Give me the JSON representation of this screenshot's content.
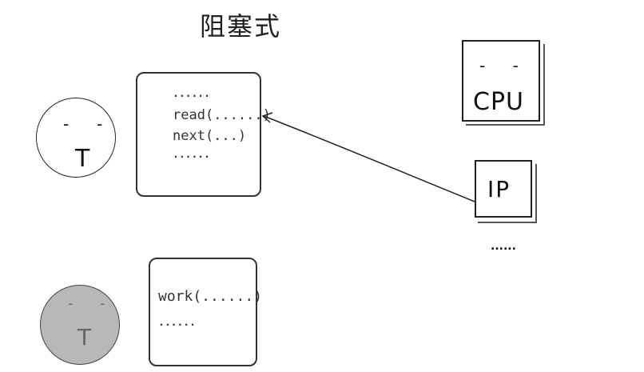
{
  "title": "阻塞式",
  "active_thread": {
    "code_lines": [
      "......",
      "read(......)",
      "next(...)",
      "......"
    ]
  },
  "waiting_thread": {
    "code_lines": [
      "work(......)",
      "......"
    ]
  },
  "cpu": {
    "label": "CPU",
    "face": "- -"
  },
  "ip": {
    "label": "IP",
    "ellipsis": "......"
  },
  "colors": {
    "active_face": "#ffffff",
    "waiting_face": "#b8b8b8",
    "line": "#222222"
  }
}
